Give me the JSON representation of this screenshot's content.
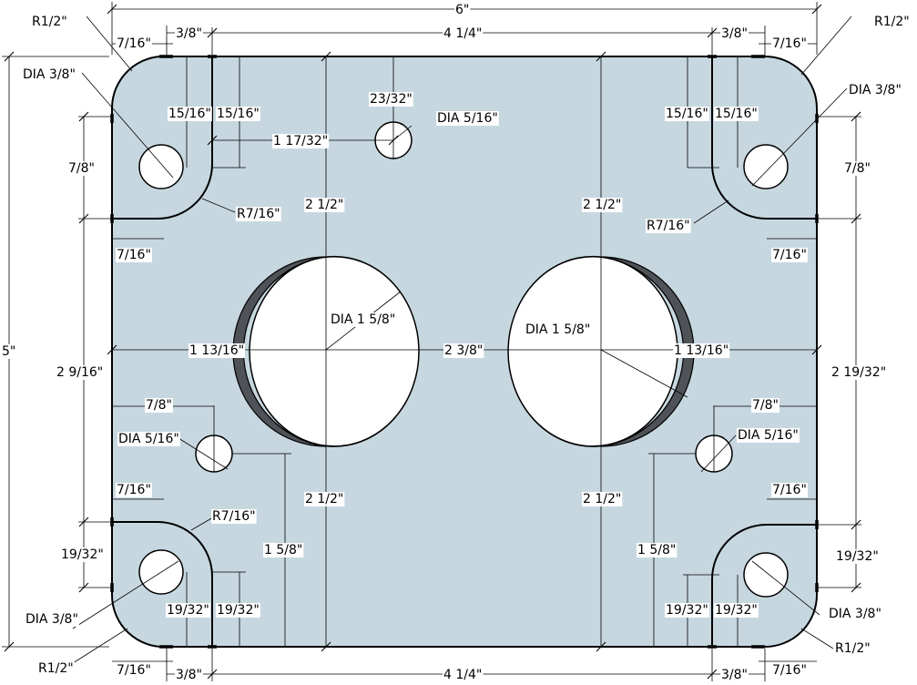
{
  "labels": {
    "overall_width": "6\"",
    "overall_height": "5\"",
    "top_span": "4 1/4\"",
    "bottom_span": "4 1/4\"",
    "r_half_tl": "R1/2\"",
    "r_half_tr": "R1/2\"",
    "r_half_bl": "R1/2\"",
    "r_half_br": "R1/2\"",
    "seven_sixteenths_top_l": "7/16\"",
    "seven_sixteenths_top_r": "7/16\"",
    "three_eighths_top_l": "3/8\"",
    "three_eighths_top_r": "3/8\"",
    "dia_3_8_tl": "DIA 3/8\"",
    "dia_3_8_tr": "DIA 3/8\"",
    "dia_3_8_bl": "DIA 3/8\"",
    "dia_3_8_br": "DIA 3/8\"",
    "fifteen_sixteenths_1": "15/16\"",
    "fifteen_sixteenths_2": "15/16\"",
    "fifteen_sixteenths_3": "15/16\"",
    "fifteen_sixteenths_4": "15/16\"",
    "twenty_three_32": "23/32\"",
    "dia_5_16_top": "DIA 5/16\"",
    "one_17_32": "1 17/32\"",
    "seven_eighths_l": "7/8\"",
    "seven_eighths_r": "7/8\"",
    "r7_16_tl": "R7/16\"",
    "r7_16_tr": "R7/16\"",
    "r7_16_bl": "R7/16\"",
    "two_half_tl": "2 1/2\"",
    "two_half_tr": "2 1/2\"",
    "two_half_bl": "2 1/2\"",
    "two_half_br": "2 1/2\"",
    "seven_sixteenths_mid_l": "7/16\"",
    "seven_sixteenths_mid_r": "7/16\"",
    "dia_1_5_8_l": "DIA 1 5/8\"",
    "dia_1_5_8_r": "DIA 1 5/8\"",
    "one_13_16_l": "1 13/16\"",
    "one_13_16_r": "1 13/16\"",
    "two_3_8": "2 3/8\"",
    "two_9_16": "2 9/16\"",
    "two_19_32": "2 19/32\"",
    "seven_eighths_mid_l": "7/8\"",
    "seven_eighths_mid_r": "7/8\"",
    "dia_5_16_l": "DIA 5/16\"",
    "dia_5_16_r": "DIA 5/16\"",
    "seven_sixteenths_low_l": "7/16\"",
    "seven_sixteenths_low_r": "7/16\"",
    "one_5_8_l": "1 5/8\"",
    "one_5_8_r": "1 5/8\"",
    "nineteen_32_l": "19/32\"",
    "nineteen_32_r": "19/32\"",
    "nineteen_32_a": "19/32\"",
    "nineteen_32_b": "19/32\"",
    "nineteen_32_c": "19/32\"",
    "nineteen_32_d": "19/32\"",
    "seven_sixteenths_bot_l": "7/16\"",
    "seven_sixteenths_bot_r": "7/16\"",
    "three_eighths_bot_l": "3/8\"",
    "three_eighths_bot_r": "3/8\""
  }
}
